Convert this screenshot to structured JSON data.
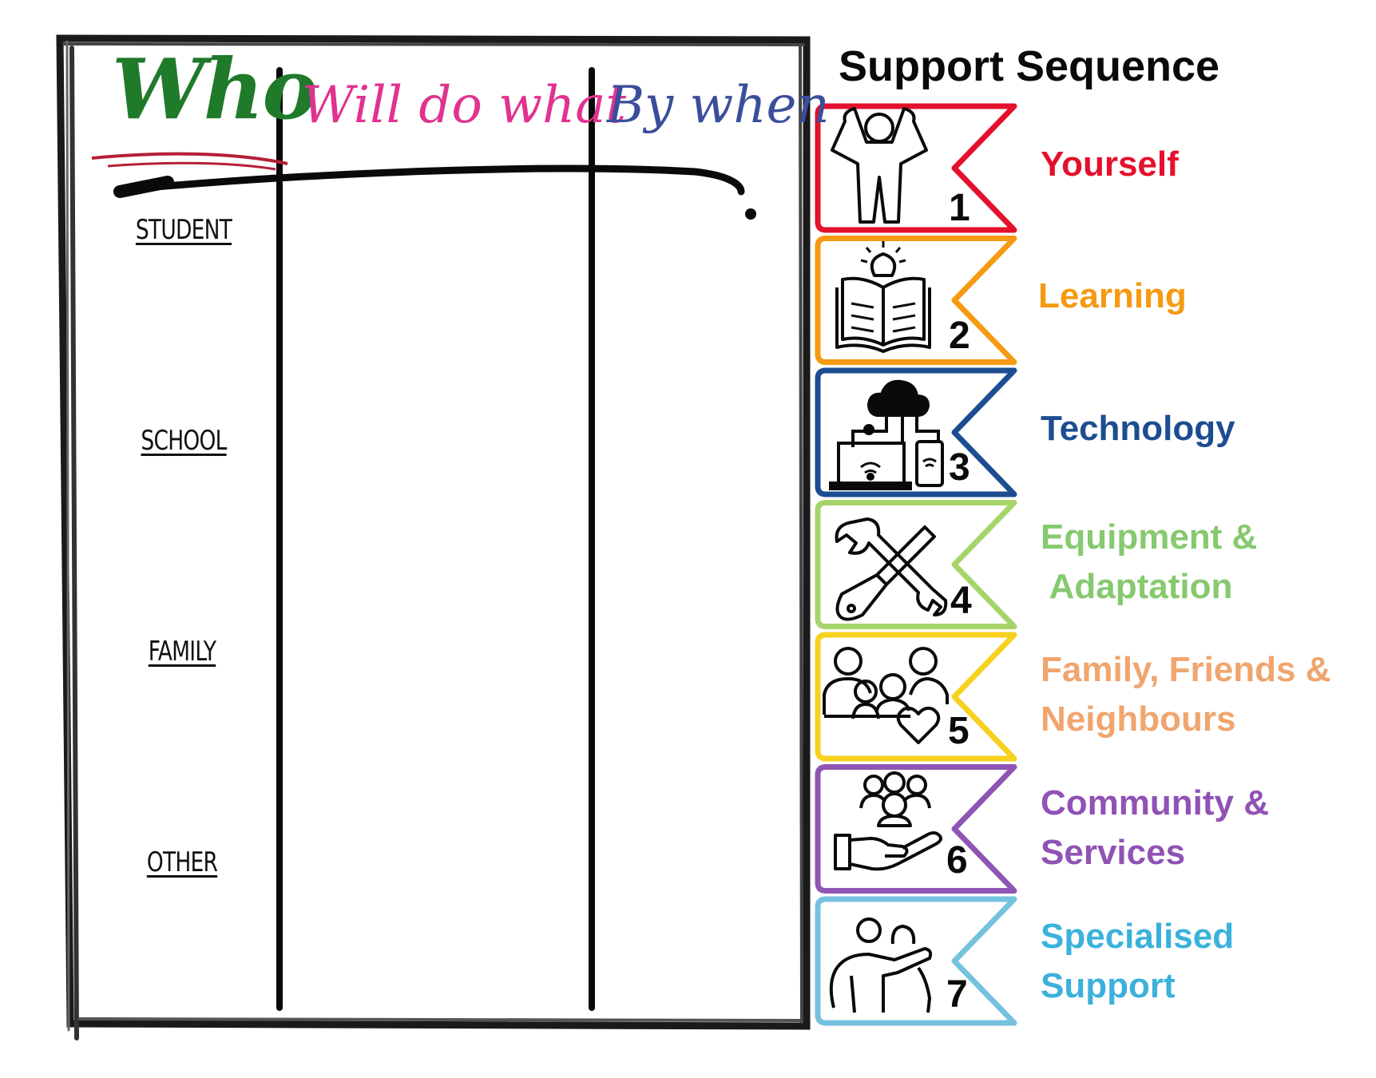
{
  "columns": {
    "who": "Who",
    "will_do_what": "Will do what",
    "by_when": "By when"
  },
  "rows": [
    "STUDENT",
    "SCHOOL",
    "FAMILY",
    "OTHER"
  ],
  "support": {
    "title": "Support Sequence",
    "steps": [
      {
        "number": "1",
        "lines": [
          "Yourself"
        ],
        "color": "#e4102c",
        "icon": "strong-person-icon"
      },
      {
        "number": "2",
        "lines": [
          "Learning"
        ],
        "color": "#f59a12",
        "icon": "book-lightbulb-icon"
      },
      {
        "number": "3",
        "lines": [
          "Technology"
        ],
        "color": "#1d4d91",
        "icon": "cloud-devices-icon"
      },
      {
        "number": "4",
        "lines": [
          "Equipment &",
          " Adaptation"
        ],
        "color": "#86c96f",
        "icon": "wrench-screwdriver-icon"
      },
      {
        "number": "5",
        "lines": [
          "Family, Friends &",
          "Neighbours"
        ],
        "color": "#f0a56e",
        "icon": "family-heart-icon"
      },
      {
        "number": "6",
        "lines": [
          "Community &",
          "Services"
        ],
        "color": "#9052b5",
        "icon": "hand-community-icon"
      },
      {
        "number": "7",
        "lines": [
          "Specialised",
          "Support"
        ],
        "color": "#3bb1dc",
        "icon": "support-people-icon"
      }
    ],
    "flag_colors": [
      "#e4102c",
      "#f59a12",
      "#1d4d91",
      "#a7d46a",
      "#f7d11e",
      "#8f55b5",
      "#74c2de"
    ]
  }
}
